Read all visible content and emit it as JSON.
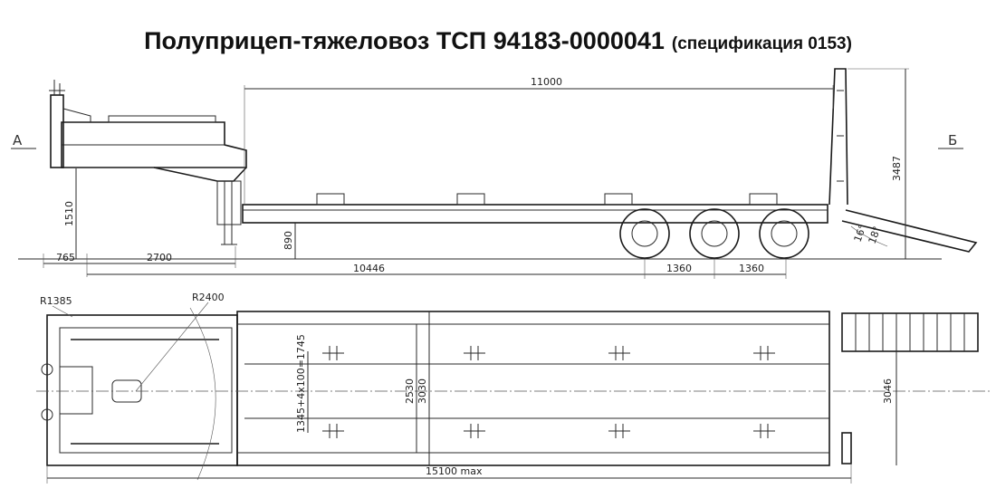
{
  "title": {
    "main": "Полуприцеп-тяжеловоз ТСП 94183-0000041",
    "spec": "(спецификация 0153)"
  },
  "view_labels": {
    "left": "А",
    "right": "Б"
  },
  "side_view_dims": {
    "deck_length": "11000",
    "height_total": "3487",
    "fifth_wheel_height": "1510",
    "deck_height": "890",
    "front_overhang": "765",
    "kingpin_to_neck": "2700",
    "kingpin_to_axle": "10446",
    "axle_spacing_1": "1360",
    "axle_spacing_2": "1360",
    "ramp_angle_small": "16°",
    "ramp_angle_large": "18°"
  },
  "plan_view_dims": {
    "front_radius": "R1385",
    "swing_radius": "R2400",
    "crossmember_spacing": "1345+4x100=1745",
    "inner_width": "2530",
    "outer_width": "3030",
    "ramp_width": "3046",
    "total_length": "15100 max"
  }
}
